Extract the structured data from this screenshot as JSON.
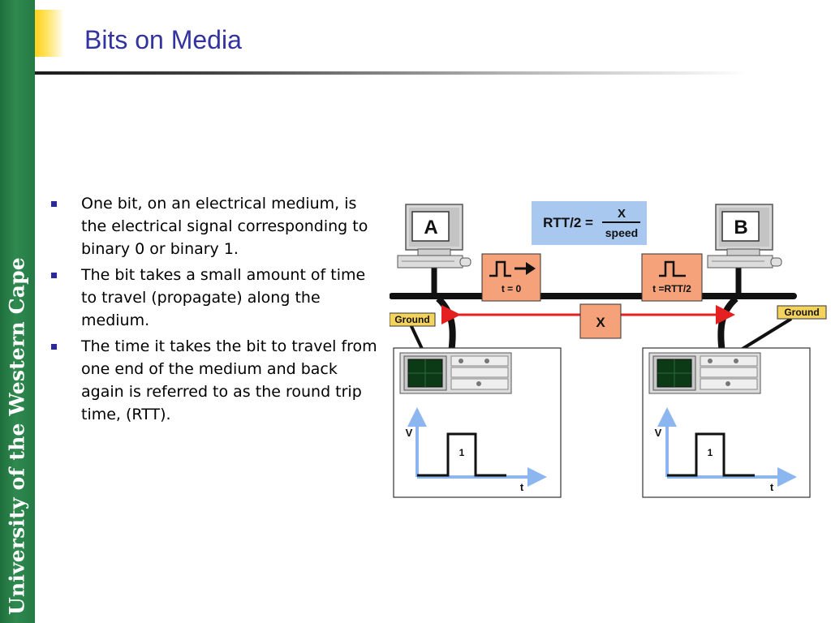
{
  "sidebar": {
    "text": "University of the Western Cape"
  },
  "slide": {
    "title": "Bits on Media",
    "bullets": [
      "One bit, on an electrical medium, is the electrical signal corresponding to binary 0 or binary 1.",
      "The bit takes a small amount of time to travel (propagate) along the medium.",
      "The time it takes the bit to travel from one end of the medium and back again is referred to as the round trip time, (RTT)."
    ]
  },
  "diagram": {
    "formula_left": "RTT/2 =",
    "formula_numerator": "X",
    "formula_denominator": "speed",
    "host_a": "A",
    "host_b": "B",
    "pulse_left_label": "t = 0",
    "pulse_right_label": "t =RTT/2",
    "distance_label": "X",
    "ground_left": "Ground",
    "ground_right": "Ground",
    "scope_v": "V",
    "scope_t": "t",
    "scope_pulse": "1"
  },
  "colors": {
    "title": "#3333a0",
    "bullet": "#2a2a9e",
    "sidebar": "#2a7f49",
    "accent_yellow": "#ffd21a",
    "formula_box": "#a9c8f0",
    "pulse_box": "#f5a27a",
    "signal_arrow": "#e52020"
  }
}
